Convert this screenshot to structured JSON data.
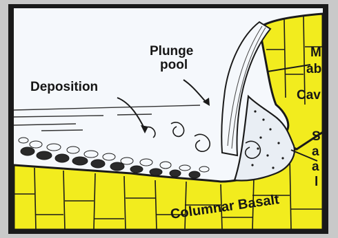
{
  "labels": {
    "plunge_pool_line1": "Plunge",
    "plunge_pool_line2": "pool",
    "deposition": "Deposition",
    "columnar_basalt": "Columnar Basalt",
    "right_top_1": "M",
    "right_top_2": "ab",
    "right_cave": "Cav",
    "right_lower_1": "S",
    "right_lower_2": "a",
    "right_lower_3": "a",
    "right_lower_4": "l"
  },
  "colors": {
    "frame": "#1a1a1a",
    "sky": "#f5f8fc",
    "basalt": "#f2ec1e",
    "outline": "#1a1a1a"
  }
}
